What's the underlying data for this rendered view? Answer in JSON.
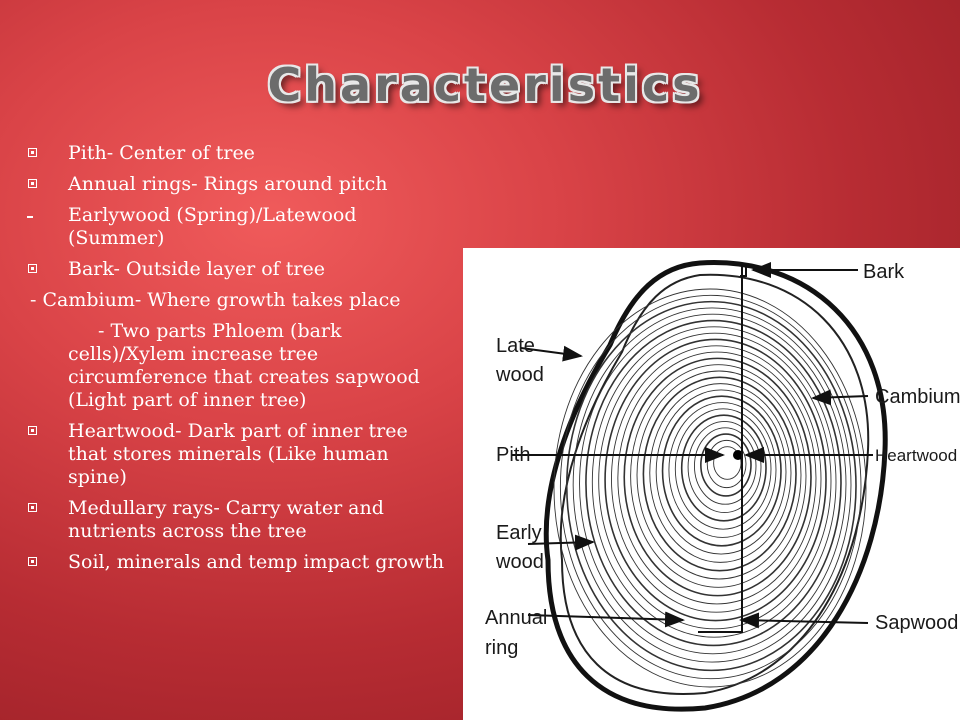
{
  "slide": {
    "title": "Characteristics",
    "bullets": [
      {
        "kind": "square",
        "text": "Pith- Center of tree"
      },
      {
        "kind": "square",
        "text": "Annual rings- Rings around pitch"
      },
      {
        "kind": "dash",
        "text": "Earlywood (Spring)/Latewood (Summer)"
      },
      {
        "kind": "square",
        "text": "Bark- Outside layer of tree"
      },
      {
        "kind": "plain",
        "text": "- Cambium- Where growth takes place"
      },
      {
        "kind": "nested",
        "text": "- Two parts Phloem (bark cells)/Xylem increase tree circumference that creates sapwood (Light part of inner tree)"
      },
      {
        "kind": "square",
        "text": "Heartwood- Dark part of inner tree that stores minerals (Like human spine)"
      },
      {
        "kind": "square",
        "text": "Medullary rays- Carry water and nutrients across the tree"
      },
      {
        "kind": "square",
        "text": "Soil, minerals and temp impact growth"
      }
    ]
  },
  "diagram": {
    "labels": {
      "bark": "Bark",
      "late_wood_1": "Late",
      "late_wood_2": "wood",
      "cambium": "Cambium",
      "pith": "Pith",
      "heartwood": "Heartwood",
      "early_wood_1": "Early",
      "early_wood_2": "wood",
      "annual_ring_1": "Annual",
      "annual_ring_2": "ring",
      "sapwood": "Sapwood"
    }
  },
  "colors": {
    "background_center": "#f05b5b",
    "background_edge": "#8f1b22",
    "text": "#ffffff",
    "title": "#6c6c6c"
  }
}
